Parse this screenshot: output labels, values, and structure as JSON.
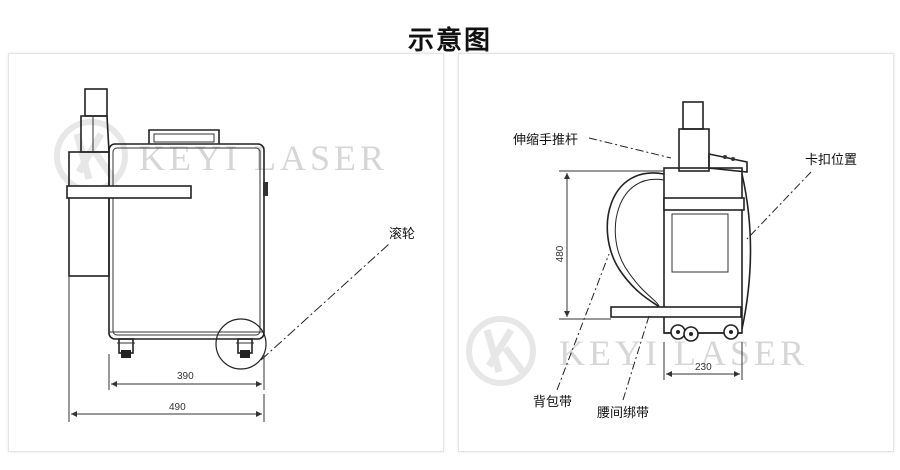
{
  "title": "示意图",
  "watermark": "KEYI LASER",
  "front_view": {
    "dims": {
      "inner": "390",
      "outer": "490"
    },
    "labels": {
      "wheel": "滚轮"
    }
  },
  "side_view": {
    "dims": {
      "height": "480",
      "width": "230"
    },
    "labels": {
      "handle": "伸缩手推杆",
      "clip": "卡扣位置",
      "backpack_strap": "背包带",
      "waist_strap": "腰间绑带"
    }
  }
}
